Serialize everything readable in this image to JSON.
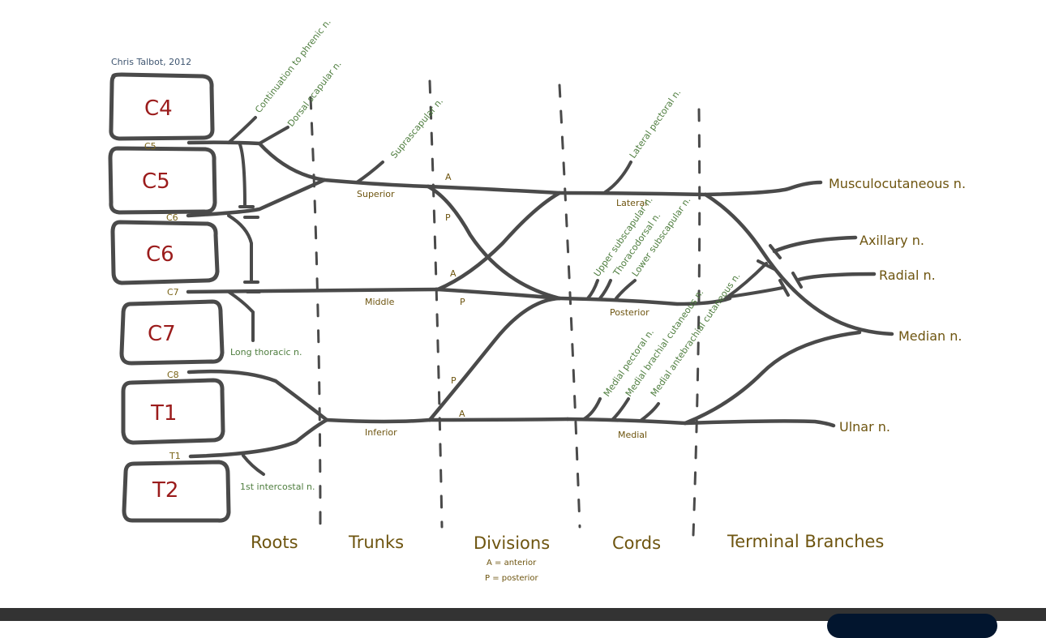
{
  "author": "Chris Talbot, 2012",
  "vertebrae": [
    {
      "label": "C4"
    },
    {
      "label": "C5"
    },
    {
      "label": "C6"
    },
    {
      "label": "C7"
    },
    {
      "label": "T1"
    },
    {
      "label": "T2"
    }
  ],
  "roots": [
    "C5",
    "C6",
    "C7",
    "C8",
    "T1"
  ],
  "root_branches": {
    "phrenic": "Continuation to phrenic n.",
    "dorsal_scapular": "Dorsal scapular n.",
    "long_thoracic": "Long thoracic n.",
    "first_intercostal": "1st intercostal n."
  },
  "trunks": {
    "superior": "Superior",
    "middle": "Middle",
    "inferior": "Inferior",
    "suprascapular": "Suprascapular n."
  },
  "divisions": {
    "anterior_mark": "A",
    "posterior_mark": "P"
  },
  "cords": {
    "lateral": "Lateral",
    "posterior": "Posterior",
    "medial": "Medial",
    "lateral_pectoral": "Lateral pectoral n.",
    "upper_subscapular": "Upper subscapular n.",
    "thoracodorsal": "Thoracodorsal n.",
    "lower_subscapular": "Lower subscapular n.",
    "medial_pectoral": "Medial pectoral n.",
    "medial_brachial_cutaneous": "Medial brachial cutaneous n.",
    "medial_antebrachial_cutaneous": "Medial antebrachial cutaneous n."
  },
  "terminal_branches": {
    "musculocutaneous": "Musculocutaneous n.",
    "axillary": "Axillary n.",
    "radial": "Radial n.",
    "median": "Median n.",
    "ulnar": "Ulnar n."
  },
  "sections": {
    "roots": "Roots",
    "trunks": "Trunks",
    "divisions": "Divisions",
    "cords": "Cords",
    "terminal": "Terminal Branches"
  },
  "legend": {
    "anterior": "A = anterior",
    "posterior": "P = posterior"
  },
  "colors": {
    "vertebra_text": "#9b1c1c",
    "label_brown": "#6e5510",
    "branch_green": "#4e7d3e",
    "line_gray": "#4a4a4a",
    "bottom_bar": "#333333",
    "button_navy": "#02152e"
  }
}
